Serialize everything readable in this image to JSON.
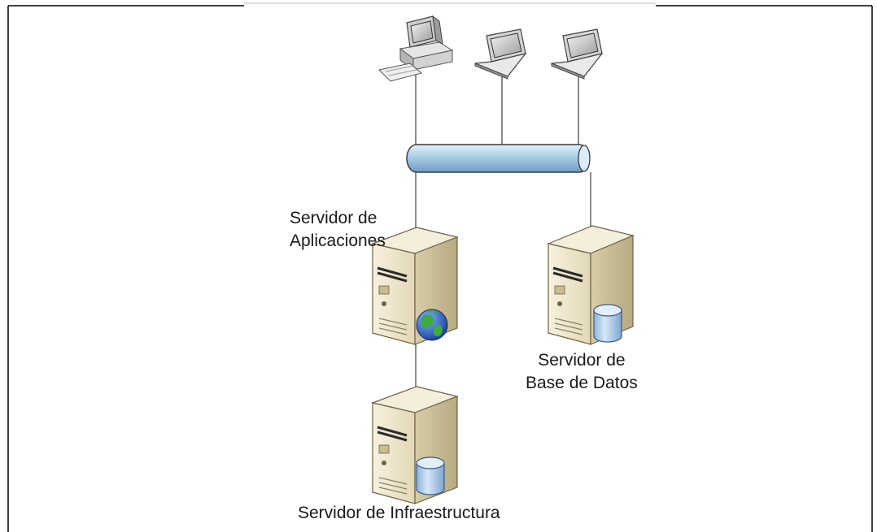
{
  "diagram": {
    "clients": [
      {
        "name": "desktop-computer"
      },
      {
        "name": "laptop"
      },
      {
        "name": "laptop"
      }
    ],
    "network": {
      "name": "network-bus"
    },
    "servers": {
      "application": {
        "label_line1": "Servidor de",
        "label_line2": "Aplicaciones",
        "badge_icon": "globe-icon"
      },
      "database": {
        "label_line1": "Servidor de",
        "label_line2": "Base de Datos",
        "badge_icon": "database-icon"
      },
      "infrastructure": {
        "label": "Servidor de Infraestructura",
        "badge_icon": "database-icon"
      }
    },
    "colors": {
      "bus": "#a9cde6",
      "server_body": "#ede3c4",
      "server_side": "#cbbf98",
      "database": "#b7d3ef",
      "globe_water": "#2a62c9",
      "globe_land": "#3dac3d"
    }
  }
}
